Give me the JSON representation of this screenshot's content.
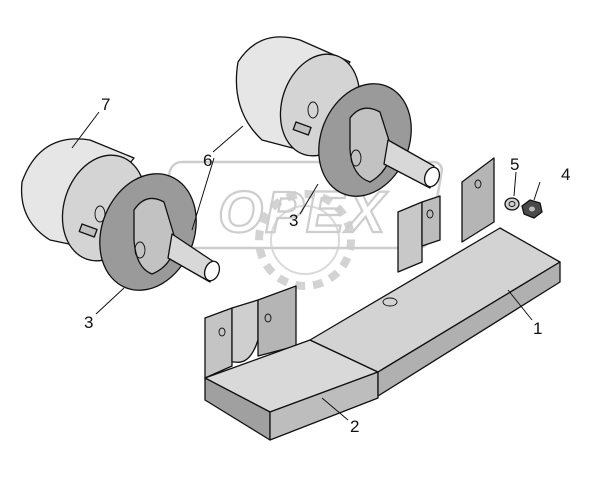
{
  "watermark": {
    "text": "OPEX"
  },
  "callouts": {
    "c1": "1",
    "c2": "2",
    "c3a": "3",
    "c3b": "3",
    "c4": "4",
    "c5": "5",
    "c6": "6",
    "c7": "7"
  },
  "colors": {
    "plate": "#bdbdbd",
    "plate_dark": "#8e8e8e",
    "cushion": "#a9a9a9",
    "cushion_dark": "#6f6f6f",
    "can_light": "#e9e9e9",
    "can_shade": "#c9c9c9"
  }
}
